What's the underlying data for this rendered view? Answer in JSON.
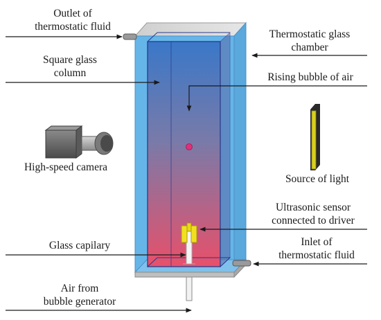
{
  "labels": {
    "outlet_line1": "Outlet of",
    "outlet_line2": "thermostatic fluid",
    "chamber_line1": "Thermostatic glass",
    "chamber_line2": "chamber",
    "column_line1": "Square glass",
    "column_line2": "column",
    "bubble": "Rising bubble of air",
    "camera": "High-speed camera",
    "light": "Source of light",
    "sensor_line1": "Ultrasonic sensor",
    "sensor_line2": "connected to driver",
    "capilary": "Glass capilary",
    "inlet_line1": "Inlet of",
    "inlet_line2": "thermostatic fluid",
    "air_line1": "Air from",
    "air_line2": "bubble generator"
  },
  "colors": {
    "chamber_blue": "#66b5e8",
    "column_top": "#3c78c8",
    "column_bottom": "#e04a66",
    "bubble": "#e0307a",
    "sensor_yellow": "#f2e020",
    "camera_gray": "#6a6a6a",
    "light_yellow": "#d8d020"
  }
}
